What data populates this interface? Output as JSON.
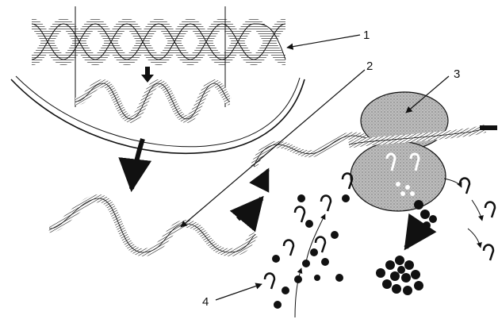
{
  "labels": [
    {
      "id": "label-1",
      "text": "1"
    },
    {
      "id": "label-2",
      "text": "2"
    },
    {
      "id": "label-3",
      "text": "3"
    },
    {
      "id": "label-4",
      "text": "4"
    }
  ],
  "colors": {
    "ink": "#111111",
    "ribosome_fill": "#b5b5b5",
    "background": "#ffffff"
  },
  "icons": [
    "dna-double-helix-icon",
    "mrna-strand-icon",
    "ribosome-icon",
    "trna-icon",
    "amino-acid-icon",
    "protein-cluster-icon",
    "arrow-icon"
  ]
}
